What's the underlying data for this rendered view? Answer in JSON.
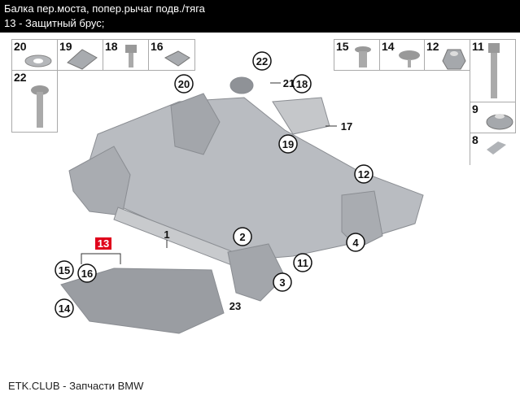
{
  "header": {
    "title": "Балка пер.моста, попер.рычаг подв./тяга",
    "subtitle": "13 - Защитный брус;"
  },
  "parts_left": [
    "20",
    "19",
    "18",
    "16",
    "22"
  ],
  "parts_right": [
    "15",
    "14",
    "12",
    "11",
    "9",
    "8"
  ],
  "callouts": {
    "c22": "22",
    "c21": "21",
    "c20": "20",
    "c18": "18",
    "c17": "17",
    "c19": "19",
    "c12": "12",
    "c2": "2",
    "c1": "1",
    "c13": "13",
    "c15": "15",
    "c16": "16",
    "c14": "14",
    "c4": "4",
    "c11": "11",
    "c3": "3",
    "c23": "23"
  },
  "colors": {
    "highlight": "#e0001b",
    "header_bg": "#000000"
  },
  "footer": "ETK.CLUB - Запчасти BMW"
}
